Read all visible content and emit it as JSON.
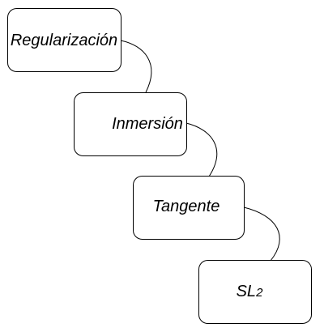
{
  "diagram": {
    "steps": [
      {
        "label": "Regularización"
      },
      {
        "label": "Inmersión"
      },
      {
        "label": "Tangente"
      },
      {
        "label": "SL",
        "label_suffix": "2"
      }
    ]
  }
}
